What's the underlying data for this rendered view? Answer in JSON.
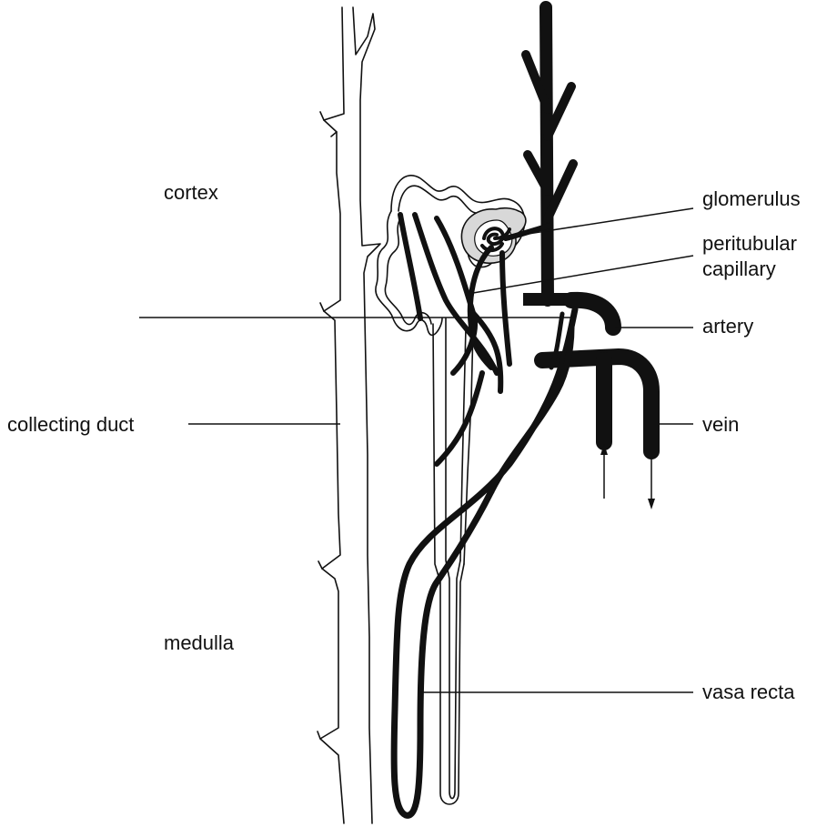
{
  "labels": {
    "cortex": "cortex",
    "medulla": "medulla",
    "collecting_duct": "collecting duct",
    "glomerulus": "glomerulus",
    "peritubular_line1": "peritubular",
    "peritubular_line2": "capillary",
    "artery": "artery",
    "vein": "vein",
    "vasa_recta": "vasa recta"
  },
  "colors": {
    "ink": "#111111",
    "background": "#ffffff",
    "stipple": "#9a9a9a"
  }
}
